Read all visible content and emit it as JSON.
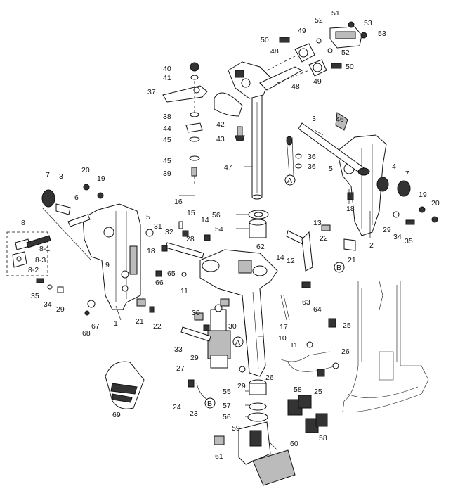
{
  "callouts": [
    {
      "id": "c1",
      "text": "1"
    },
    {
      "id": "c2",
      "text": "2"
    },
    {
      "id": "c3a",
      "text": "3"
    },
    {
      "id": "c3b",
      "text": "3"
    },
    {
      "id": "c4",
      "text": "4"
    },
    {
      "id": "c5a",
      "text": "5"
    },
    {
      "id": "c5b",
      "text": "5"
    },
    {
      "id": "c6",
      "text": "6"
    },
    {
      "id": "c7a",
      "text": "7"
    },
    {
      "id": "c7b",
      "text": "7"
    },
    {
      "id": "c8",
      "text": "8"
    },
    {
      "id": "c81",
      "text": "8-1"
    },
    {
      "id": "c82",
      "text": "8-2"
    },
    {
      "id": "c83",
      "text": "8-3"
    },
    {
      "id": "c9",
      "text": "9"
    },
    {
      "id": "c10",
      "text": "10"
    },
    {
      "id": "c11a",
      "text": "11"
    },
    {
      "id": "c11b",
      "text": "11"
    },
    {
      "id": "c12",
      "text": "12"
    },
    {
      "id": "c13",
      "text": "13"
    },
    {
      "id": "c14a",
      "text": "14"
    },
    {
      "id": "c14b",
      "text": "14"
    },
    {
      "id": "c15",
      "text": "15"
    },
    {
      "id": "c16",
      "text": "16"
    },
    {
      "id": "c17",
      "text": "17"
    },
    {
      "id": "c18a",
      "text": "18"
    },
    {
      "id": "c18b",
      "text": "18"
    },
    {
      "id": "c19a",
      "text": "19"
    },
    {
      "id": "c19b",
      "text": "19"
    },
    {
      "id": "c20a",
      "text": "20"
    },
    {
      "id": "c20b",
      "text": "20"
    },
    {
      "id": "c21a",
      "text": "21"
    },
    {
      "id": "c21b",
      "text": "21"
    },
    {
      "id": "c22a",
      "text": "22"
    },
    {
      "id": "c22b",
      "text": "22"
    },
    {
      "id": "c23",
      "text": "23"
    },
    {
      "id": "c24",
      "text": "24"
    },
    {
      "id": "c25a",
      "text": "25"
    },
    {
      "id": "c25b",
      "text": "25"
    },
    {
      "id": "c26a",
      "text": "26"
    },
    {
      "id": "c26b",
      "text": "26"
    },
    {
      "id": "c27",
      "text": "27"
    },
    {
      "id": "c28",
      "text": "28"
    },
    {
      "id": "c29a",
      "text": "29"
    },
    {
      "id": "c29b",
      "text": "29"
    },
    {
      "id": "c29c",
      "text": "29"
    },
    {
      "id": "c29d",
      "text": "29"
    },
    {
      "id": "c30a",
      "text": "30"
    },
    {
      "id": "c30b",
      "text": "30"
    },
    {
      "id": "c31",
      "text": "31"
    },
    {
      "id": "c32",
      "text": "32"
    },
    {
      "id": "c33",
      "text": "33"
    },
    {
      "id": "c34a",
      "text": "34"
    },
    {
      "id": "c34b",
      "text": "34"
    },
    {
      "id": "c35a",
      "text": "35"
    },
    {
      "id": "c35b",
      "text": "35"
    },
    {
      "id": "c36a",
      "text": "36"
    },
    {
      "id": "c36b",
      "text": "36"
    },
    {
      "id": "c37",
      "text": "37"
    },
    {
      "id": "c38",
      "text": "38"
    },
    {
      "id": "c39",
      "text": "39"
    },
    {
      "id": "c40",
      "text": "40"
    },
    {
      "id": "c41",
      "text": "41"
    },
    {
      "id": "c42",
      "text": "42"
    },
    {
      "id": "c43",
      "text": "43"
    },
    {
      "id": "c44",
      "text": "44"
    },
    {
      "id": "c45a",
      "text": "45"
    },
    {
      "id": "c45b",
      "text": "45"
    },
    {
      "id": "c46",
      "text": "46"
    },
    {
      "id": "c47",
      "text": "47"
    },
    {
      "id": "c48a",
      "text": "48"
    },
    {
      "id": "c48b",
      "text": "48"
    },
    {
      "id": "c49a",
      "text": "49"
    },
    {
      "id": "c49b",
      "text": "49"
    },
    {
      "id": "c50a",
      "text": "50"
    },
    {
      "id": "c50b",
      "text": "50"
    },
    {
      "id": "c51",
      "text": "51"
    },
    {
      "id": "c52a",
      "text": "52"
    },
    {
      "id": "c52b",
      "text": "52"
    },
    {
      "id": "c53a",
      "text": "53"
    },
    {
      "id": "c53b",
      "text": "53"
    },
    {
      "id": "c54",
      "text": "54"
    },
    {
      "id": "c55",
      "text": "55"
    },
    {
      "id": "c56a",
      "text": "56"
    },
    {
      "id": "c56b",
      "text": "56"
    },
    {
      "id": "c57",
      "text": "57"
    },
    {
      "id": "c58a",
      "text": "58"
    },
    {
      "id": "c58b",
      "text": "58"
    },
    {
      "id": "c59",
      "text": "59"
    },
    {
      "id": "c60",
      "text": "60"
    },
    {
      "id": "c61",
      "text": "61"
    },
    {
      "id": "c62",
      "text": "62"
    },
    {
      "id": "c63",
      "text": "63"
    },
    {
      "id": "c64",
      "text": "64"
    },
    {
      "id": "c65",
      "text": "65"
    },
    {
      "id": "c66",
      "text": "66"
    },
    {
      "id": "c67",
      "text": "67"
    },
    {
      "id": "c68",
      "text": "68"
    },
    {
      "id": "c69",
      "text": "69"
    }
  ],
  "connectors": [
    {
      "id": "conA1",
      "text": "A"
    },
    {
      "id": "conA2",
      "text": "A"
    },
    {
      "id": "conB1",
      "text": "B"
    },
    {
      "id": "conB2",
      "text": "B"
    }
  ]
}
